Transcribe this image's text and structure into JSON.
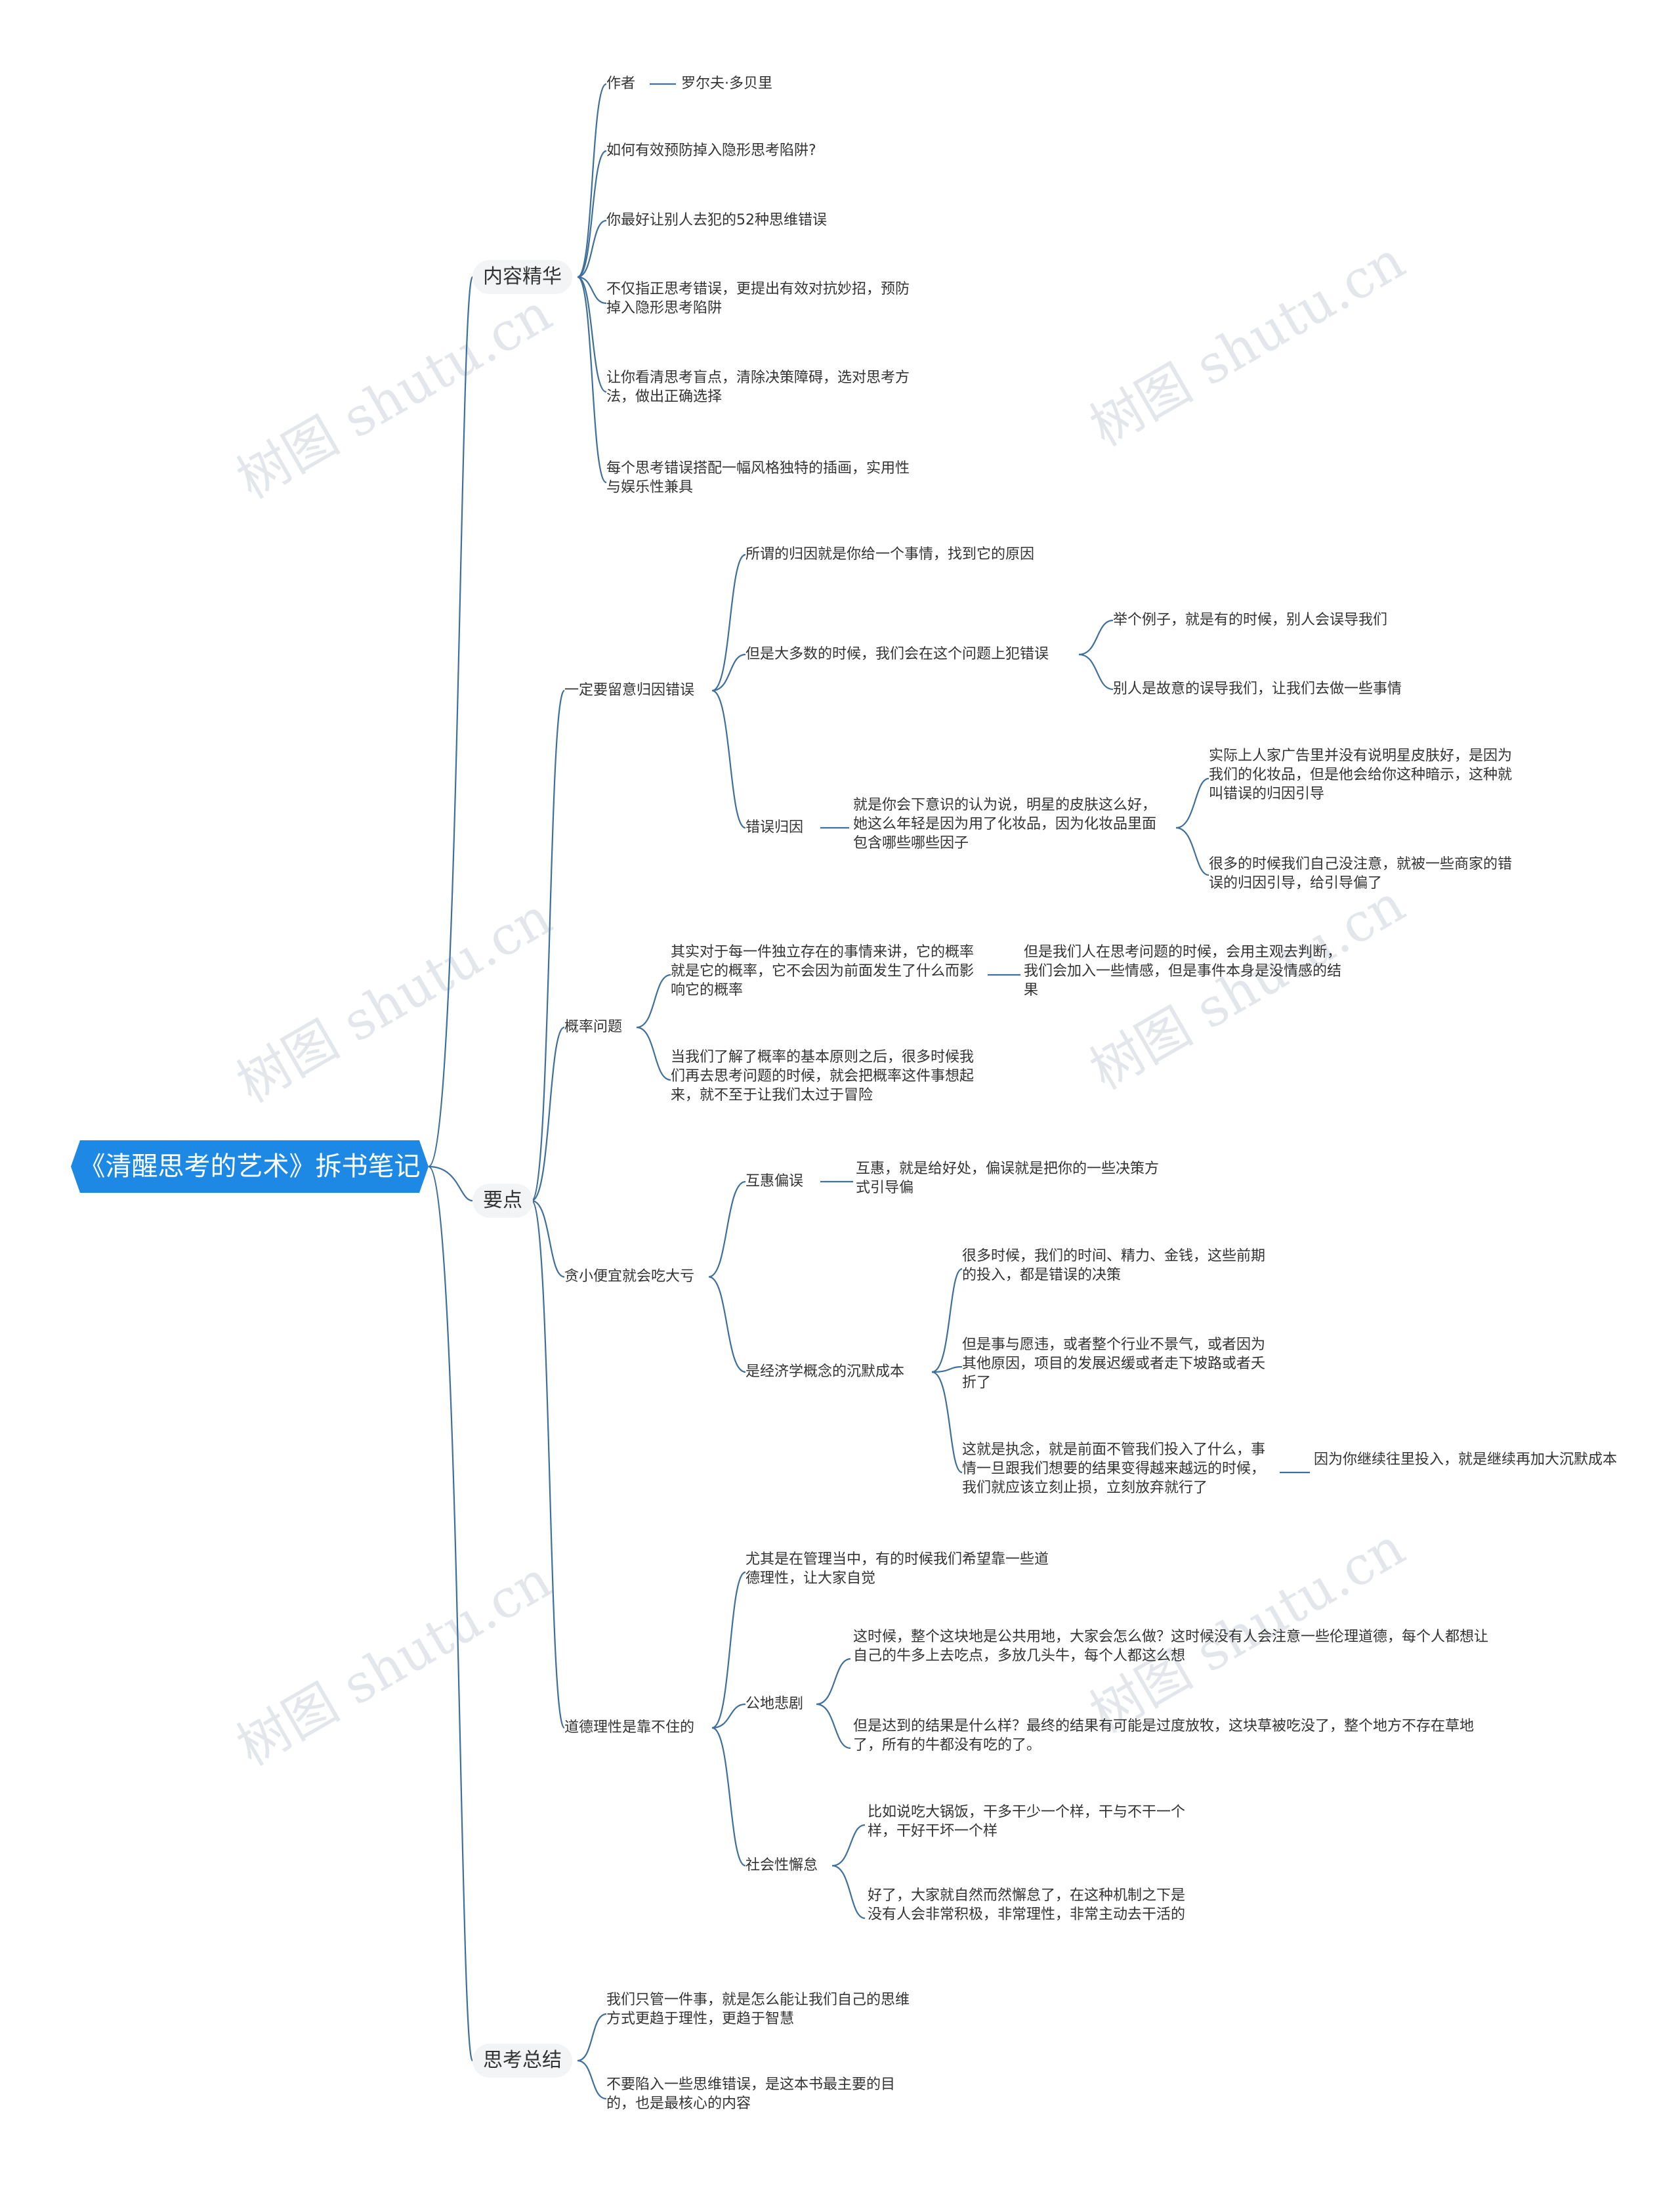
{
  "watermark": "树图 shutu.cn",
  "root": "《清醒思考的艺术》拆书笔记",
  "branches": {
    "content": {
      "label": "内容精华",
      "author": "作者",
      "author_name": "罗尔夫·多贝里",
      "items": [
        "如何有效预防掉入隐形思考陷阱?",
        "你最好让别人去犯的52种思维错误",
        "不仅指正思考错误，更提出有效对抗妙招，预防掉入隐形思考陷阱",
        "让你看清思考盲点，清除决策障碍，选对思考方法，做出正确选择",
        "每个思考错误搭配一幅风格独特的插画，实用性与娱乐性兼具"
      ]
    },
    "points": {
      "label": "要点",
      "attribution": {
        "label": "一定要留意归因错误",
        "definition": "所谓的归因就是你给一个事情，找到它的原因",
        "often": "但是大多数的时候，我们会在这个问题上犯错误",
        "often_children": [
          "举个例子，就是有的时候，别人会误导我们",
          "别人是故意的误导我们，让我们去做一些事情"
        ],
        "mis": "错误归因",
        "mis_desc": "就是你会下意识的认为说，明星的皮肤这么好，她这么年轻是因为用了化妆品，因为化妆品里面包含哪些哪些因子",
        "mis_children": [
          "实际上人家广告里并没有说明星皮肤好，是因为我们的化妆品，但是他会给你这种暗示，这种就叫错误的归因引导",
          "很多的时候我们自己没注意，就被一些商家的错误的归因引导，给引导偏了"
        ]
      },
      "probability": {
        "label": "概率问题",
        "a": "其实对于每一件独立存在的事情来讲，它的概率就是它的概率，它不会因为前面发生了什么而影响它的概率",
        "a_child": "但是我们人在思考问题的时候，会用主观去判断，我们会加入一些情感，但是事件本身是没情感的结果",
        "b": "当我们了解了概率的基本原则之后，很多时候我们再去思考问题的时候，就会把概率这件事想起来，就不至于让我们太过于冒险"
      },
      "greed": {
        "label": "贪小便宜就会吃大亏",
        "reciprocity": "互惠偏误",
        "reciprocity_desc": "互惠，就是给好处，偏误就是把你的一些决策方式引导偏",
        "sunk": "是经济学概念的沉默成本",
        "sunk_children": [
          "很多时候，我们的时间、精力、金钱，这些前期的投入，都是错误的决策",
          "但是事与愿违，或者整个行业不景气，或者因为其他原因，项目的发展迟缓或者走下坡路或者夭折了",
          "这就是执念，就是前面不管我们投入了什么，事情一旦跟我们想要的结果变得越来越远的时候，我们就应该立刻止损，立刻放弃就行了"
        ],
        "sunk_extra": "因为你继续往里投入，就是继续再加大沉默成本"
      },
      "morality": {
        "label": "道德理性是靠不住的",
        "a": "尤其是在管理当中，有的时候我们希望靠一些道德理性，让大家自觉",
        "commons": "公地悲剧",
        "commons_children": [
          "这时候，整个这块地是公共用地，大家会怎么做？这时候没有人会注意一些伦理道德，每个人都想让自己的牛多上去吃点，多放几头牛，每个人都这么想",
          "但是达到的结果是什么样？最终的结果有可能是过度放牧，这块草被吃没了，整个地方不存在草地了，所有的牛都没有吃的了。"
        ],
        "loafing": "社会性懈怠",
        "loafing_children": [
          "比如说吃大锅饭，干多干少一个样，干与不干一个样，干好干坏一个样",
          "好了，大家就自然而然懈怠了，在这种机制之下是没有人会非常积极，非常理性，非常主动去干活的"
        ]
      }
    },
    "summary": {
      "label": "思考总结",
      "items": [
        "我们只管一件事，就是怎么能让我们自己的思维方式更趋于理性，更趋于智慧",
        "不要陷入一些思维错误，是这本书最主要的目的，也是最核心的内容"
      ]
    }
  }
}
